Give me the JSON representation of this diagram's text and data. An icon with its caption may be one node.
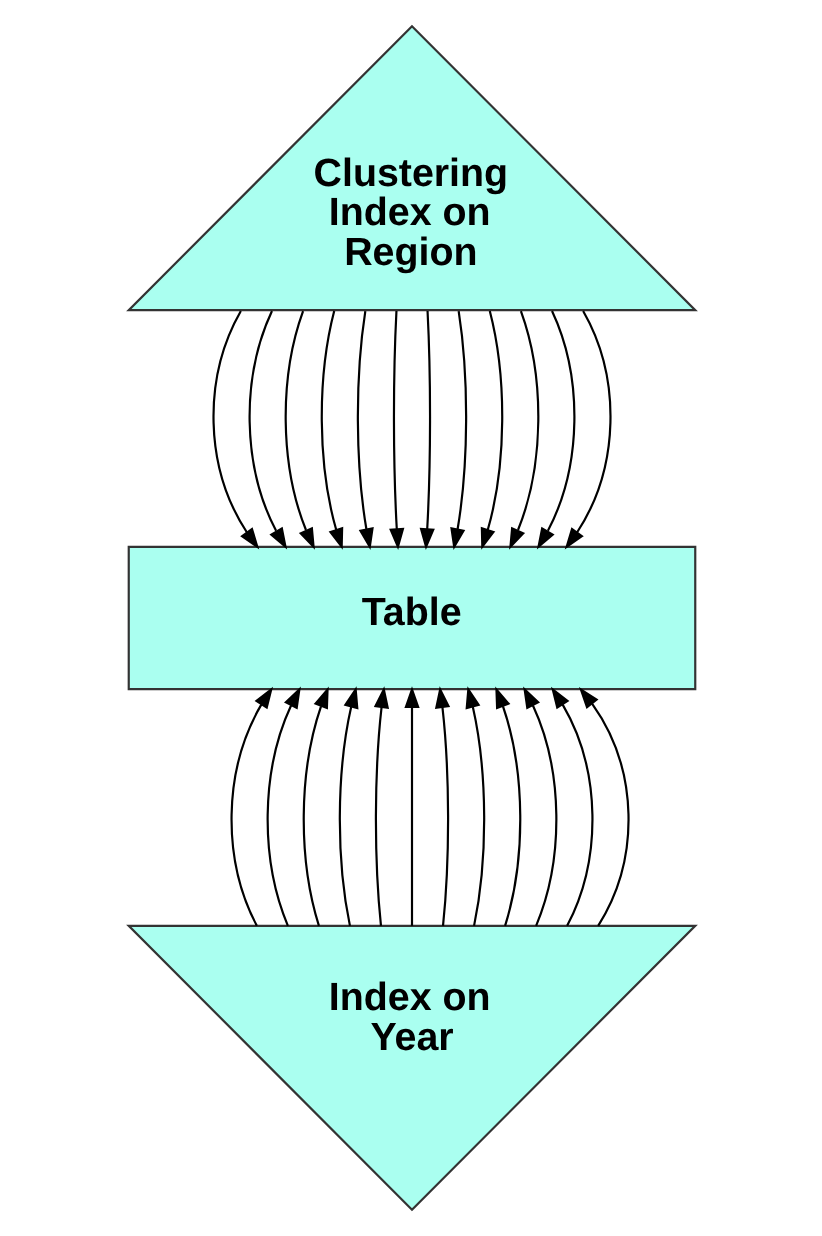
{
  "diagram": {
    "nodes": [
      {
        "text": [
          "Clustering Index on Region"
        ]
      },
      {
        "text": [
          "Table"
        ]
      },
      {
        "text": [
          "Index on Year"
        ]
      }
    ],
    "edges": [
      {
        "from": 0,
        "to": 1,
        "arrow": "to"
      },
      {
        "from": 0,
        "to": 1,
        "arrow": "to"
      },
      {
        "from": 0,
        "to": 1,
        "arrow": "to"
      },
      {
        "from": 0,
        "to": 1,
        "arrow": "to"
      },
      {
        "from": 0,
        "to": 1,
        "arrow": "to"
      },
      {
        "from": 0,
        "to": 1,
        "arrow": "to"
      },
      {
        "from": 0,
        "to": 1,
        "arrow": "to"
      },
      {
        "from": 0,
        "to": 1,
        "arrow": "to"
      },
      {
        "from": 0,
        "to": 1,
        "arrow": "to"
      },
      {
        "from": 0,
        "to": 1,
        "arrow": "to"
      },
      {
        "from": 0,
        "to": 1,
        "arrow": "to"
      },
      {
        "from": 0,
        "to": 1,
        "arrow": "to"
      },
      {
        "from": 2,
        "to": 1,
        "arrow": "to"
      },
      {
        "from": 2,
        "to": 1,
        "arrow": "to"
      },
      {
        "from": 2,
        "to": 1,
        "arrow": "to"
      },
      {
        "from": 2,
        "to": 1,
        "arrow": "to"
      },
      {
        "from": 2,
        "to": 1,
        "arrow": "to"
      },
      {
        "from": 2,
        "to": 1,
        "arrow": "to"
      },
      {
        "from": 2,
        "to": 1,
        "arrow": "to"
      },
      {
        "from": 2,
        "to": 1,
        "arrow": "to"
      },
      {
        "from": 2,
        "to": 1,
        "arrow": "to"
      },
      {
        "from": 2,
        "to": 1,
        "arrow": "to"
      },
      {
        "from": 2,
        "to": 1,
        "arrow": "to"
      },
      {
        "from": 2,
        "to": 1,
        "arrow": "to"
      }
    ]
  }
}
